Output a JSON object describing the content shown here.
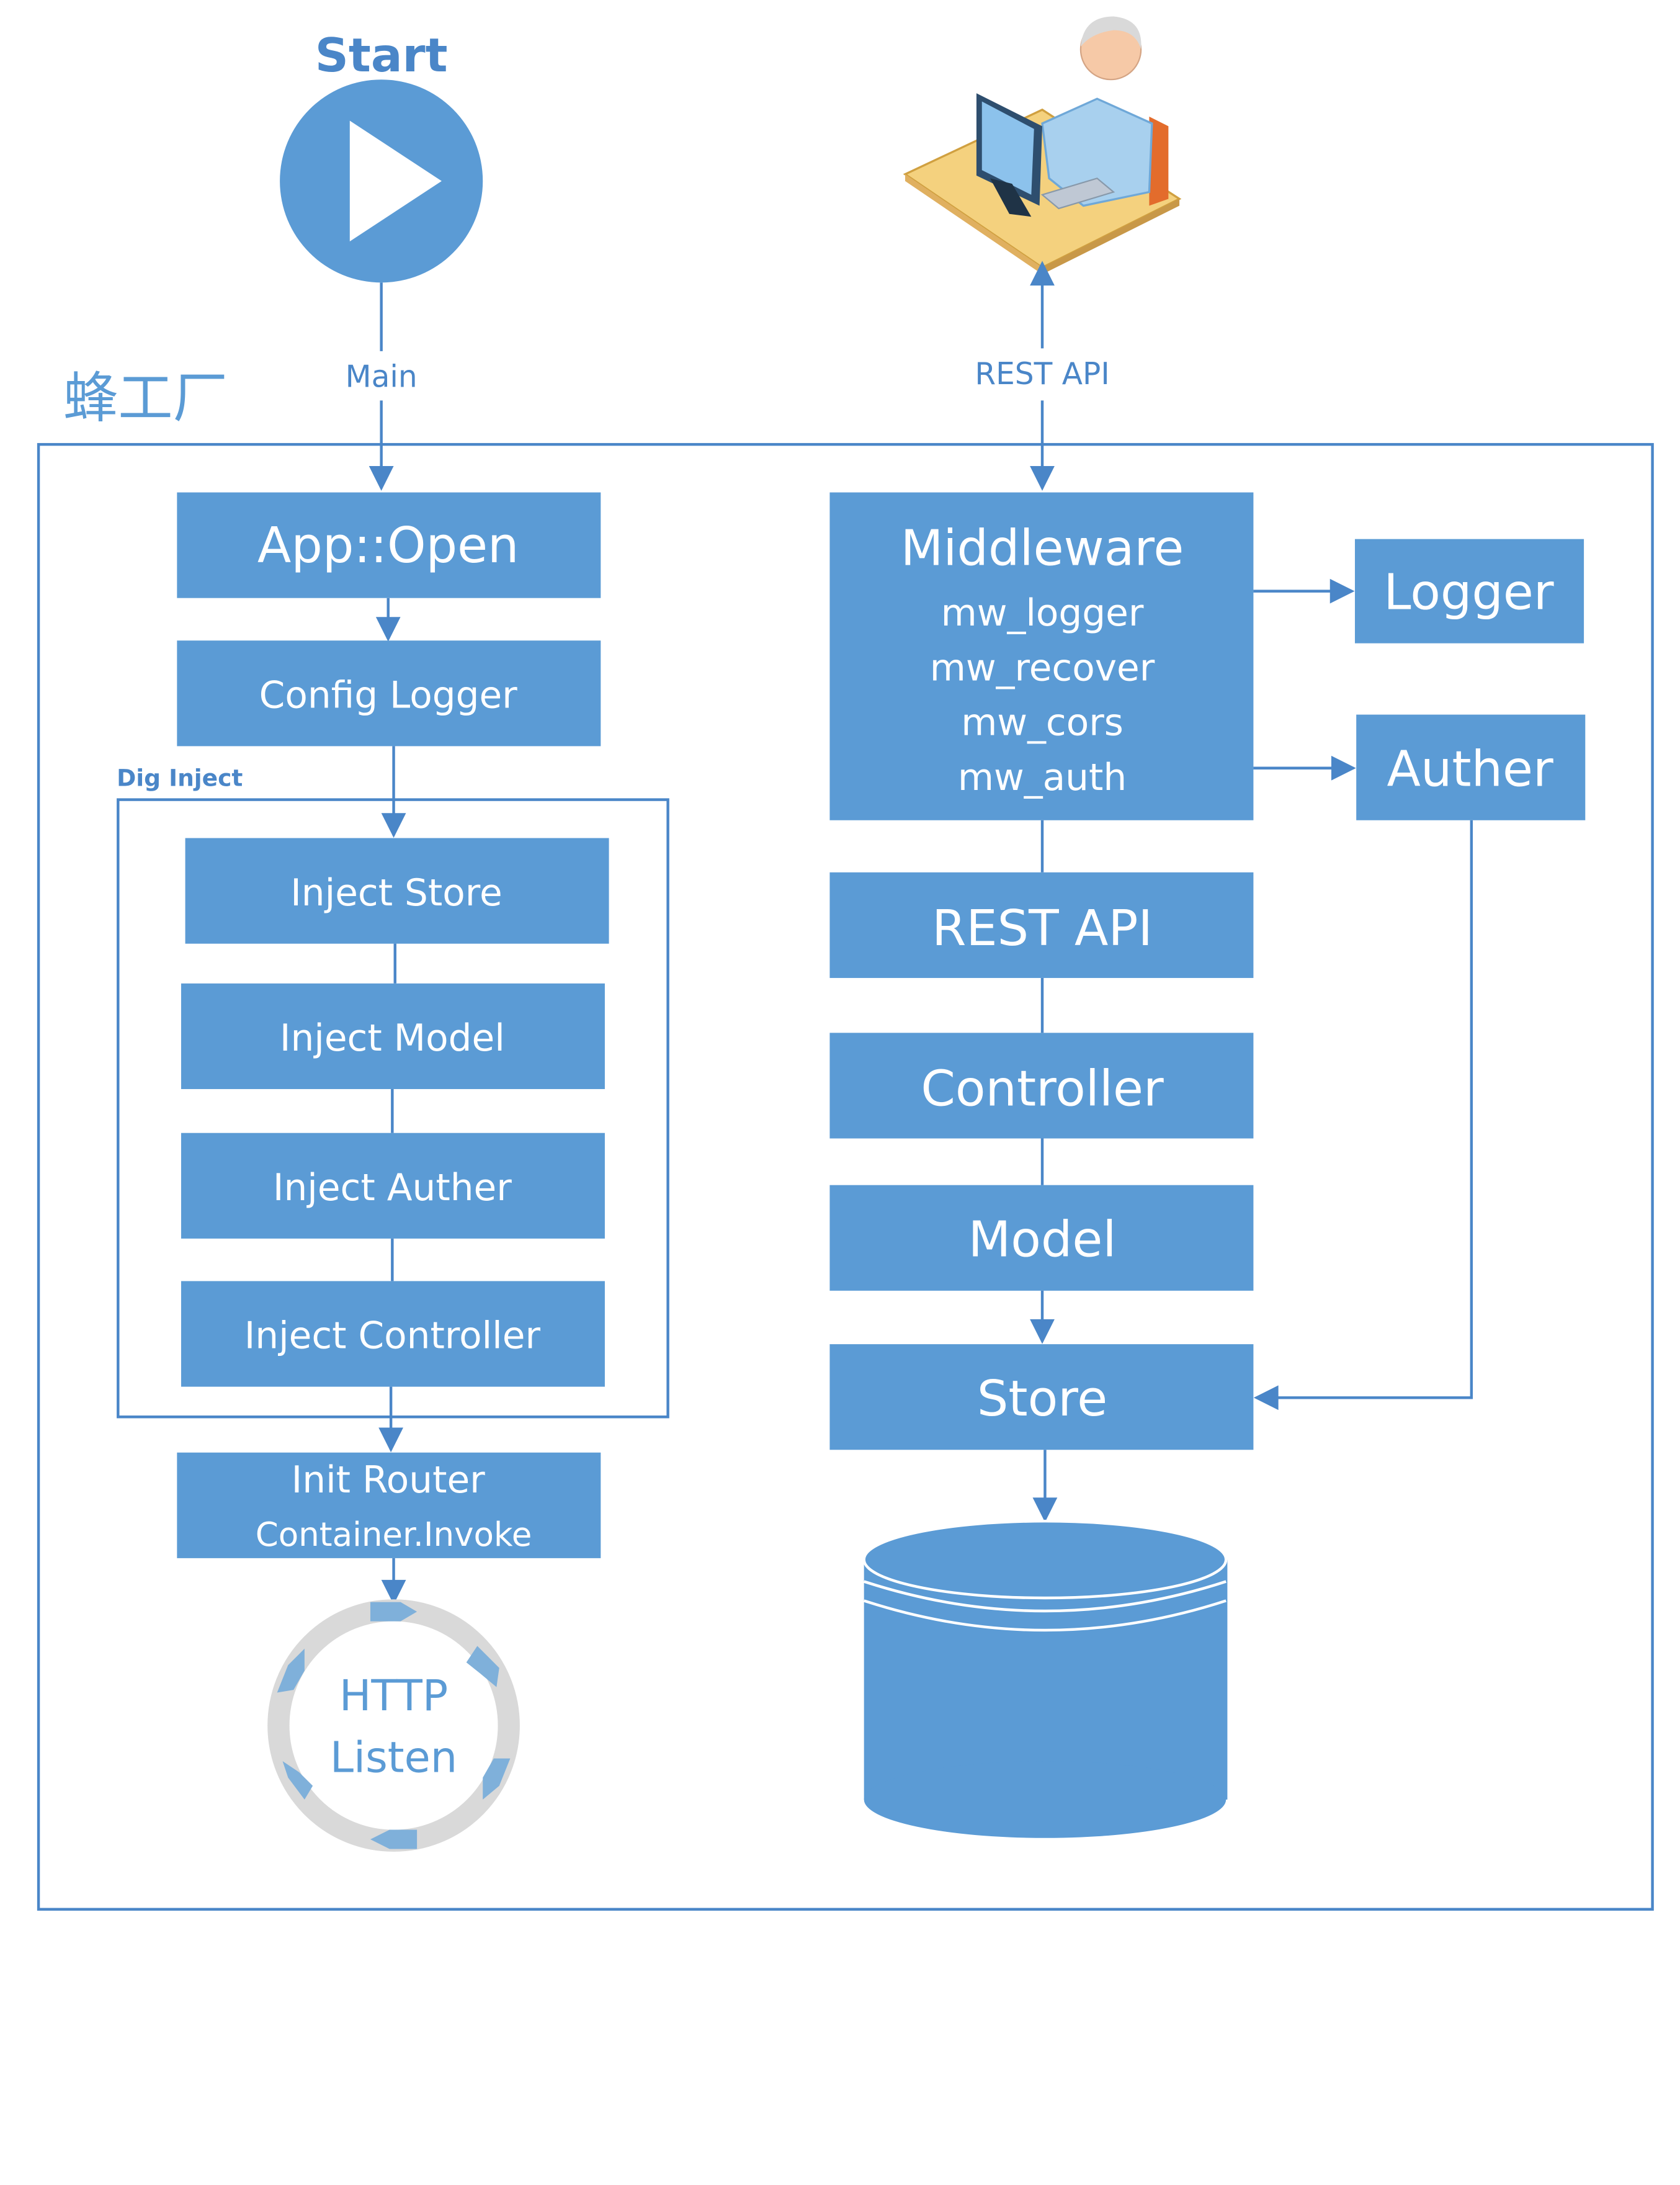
{
  "start": {
    "label": "Start"
  },
  "edges": {
    "main": "Main",
    "rest_api": "REST API"
  },
  "frame": {
    "title": "蜂工厂"
  },
  "left_column": {
    "app_open": "App::Open",
    "config_logger": "Config Logger",
    "dig_inject": {
      "label": "Dig Inject",
      "items": [
        "Inject Store",
        "Inject Model",
        "Inject Auther",
        "Inject Controller"
      ]
    },
    "init_router": {
      "title": "Init Router",
      "subtitle": "Container.Invoke"
    },
    "http_listen": {
      "line1": "HTTP",
      "line2": "Listen"
    }
  },
  "right_column": {
    "middleware": {
      "title": "Middleware",
      "items": [
        "mw_logger",
        "mw_recover",
        "mw_cors",
        "mw_auth"
      ]
    },
    "stack": [
      "REST API",
      "Controller",
      "Model",
      "Store"
    ],
    "logger": "Logger",
    "auther": "Auther"
  },
  "icons": {
    "start": "play-icon",
    "user": "user-at-computer-icon",
    "database": "database-icon",
    "cycle": "cycle-icon"
  },
  "colors": {
    "box_fill": "#5B9BD5",
    "line": "#4A86C8",
    "text_accent": "#4A86C8",
    "box_text": "#FFFFFF",
    "ring": "#D9D9D9"
  }
}
